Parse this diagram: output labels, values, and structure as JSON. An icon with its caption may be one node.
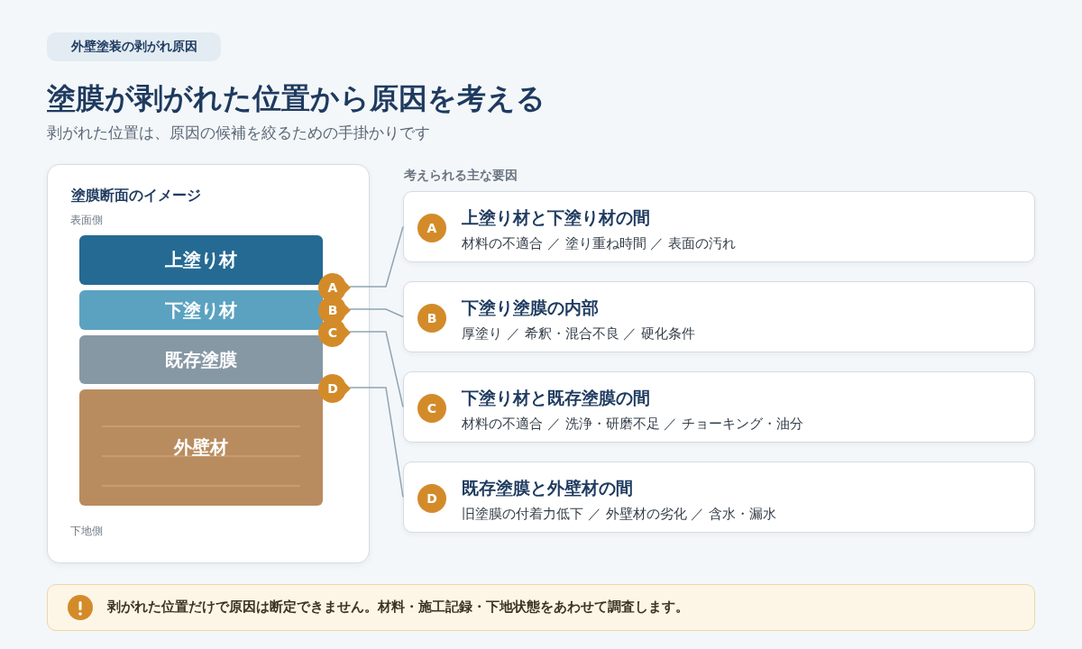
{
  "diagram": {
    "title": "塗膜が剥がれた位置から原因を考える",
    "nodes": [
      {
        "text": [
          "塗膜断面のイメージ"
        ]
      },
      {
        "text": [
          "上塗り材"
        ],
        "in": 0
      },
      {
        "text": [
          "下塗り材"
        ],
        "in": 0
      },
      {
        "text": [
          "既存塗膜"
        ],
        "in": 0
      },
      {
        "text": [
          "外壁材"
        ],
        "in": 0
      },
      {
        "text": [
          "A"
        ],
        "in": 0
      },
      {
        "text": [
          "B"
        ],
        "in": 0
      },
      {
        "text": [
          "C"
        ],
        "in": 0
      },
      {
        "text": [
          "D"
        ],
        "in": 0
      },
      {
        "text": [
          "上塗り材と下塗り材の間",
          "材料の不適合 ／ 塗り重ね時間 ／ 表面の汚れ"
        ]
      },
      {
        "text": [
          "A"
        ],
        "in": 9
      },
      {
        "text": [
          "下塗り塗膜の内部",
          "厚塗り ／ 希釈・混合不良 ／ 硬化条件"
        ]
      },
      {
        "text": [
          "B"
        ],
        "in": 11
      },
      {
        "text": [
          "下塗り材と既存塗膜の間",
          "材料の不適合 ／ 洗浄・研磨不足 ／ チョーキング・油分"
        ]
      },
      {
        "text": [
          "C"
        ],
        "in": 13
      },
      {
        "text": [
          "既存塗膜と外壁材の間",
          "旧塗膜の付着力低下 ／ 外壁材の劣化 ／ 含水・漏水"
        ]
      },
      {
        "text": [
          "D"
        ],
        "in": 15
      },
      {
        "text": [
          "剥がれた位置だけで原因は断定できません。材料・施工記録・下地状態をあわせて調査します。"
        ]
      }
    ],
    "edges": [
      {
        "from": 5,
        "to": 9,
        "arrow": "none"
      },
      {
        "from": 6,
        "to": 11,
        "arrow": "none"
      },
      {
        "from": 7,
        "to": 13,
        "arrow": "none"
      },
      {
        "from": 8,
        "to": 15,
        "arrow": "none"
      }
    ],
    "labels": [
      "外壁塗装の剥がれ原因",
      "剥がれた位置は、原因の候補を絞るための手掛かりです",
      "表面側",
      "下地側",
      "考えられる主な要因"
    ]
  }
}
